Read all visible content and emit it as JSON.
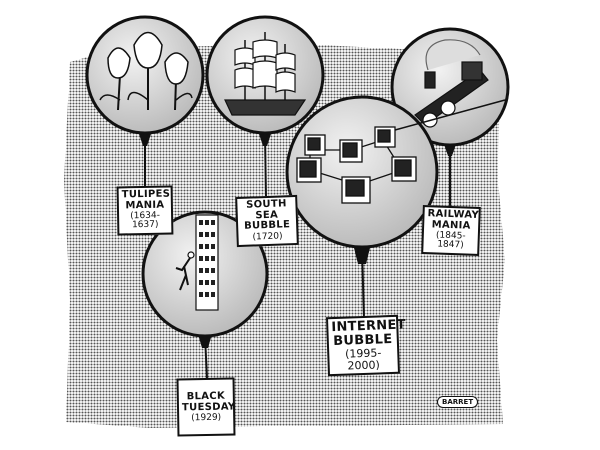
{
  "balloons": [
    {
      "name": "tulip",
      "title": "TULIPES MANIA",
      "dates": "(1634-1637)"
    },
    {
      "name": "south-sea",
      "title": "SOUTH SEA BUBBLE",
      "dates": "(1720)"
    },
    {
      "name": "railway",
      "title": "RAILWAY MANIA",
      "dates": "(1845-1847)"
    },
    {
      "name": "internet",
      "title": "INTERNET BUBBLE",
      "dates": "(1995-2000)"
    },
    {
      "name": "black-tuesday",
      "title": "BLACK TUESDAY",
      "dates": "(1929)"
    }
  ],
  "signature": "BARRET",
  "colors": {
    "ink": "#111111",
    "balloon": "#d8d8d8",
    "halftone": "#9a9a9a"
  }
}
